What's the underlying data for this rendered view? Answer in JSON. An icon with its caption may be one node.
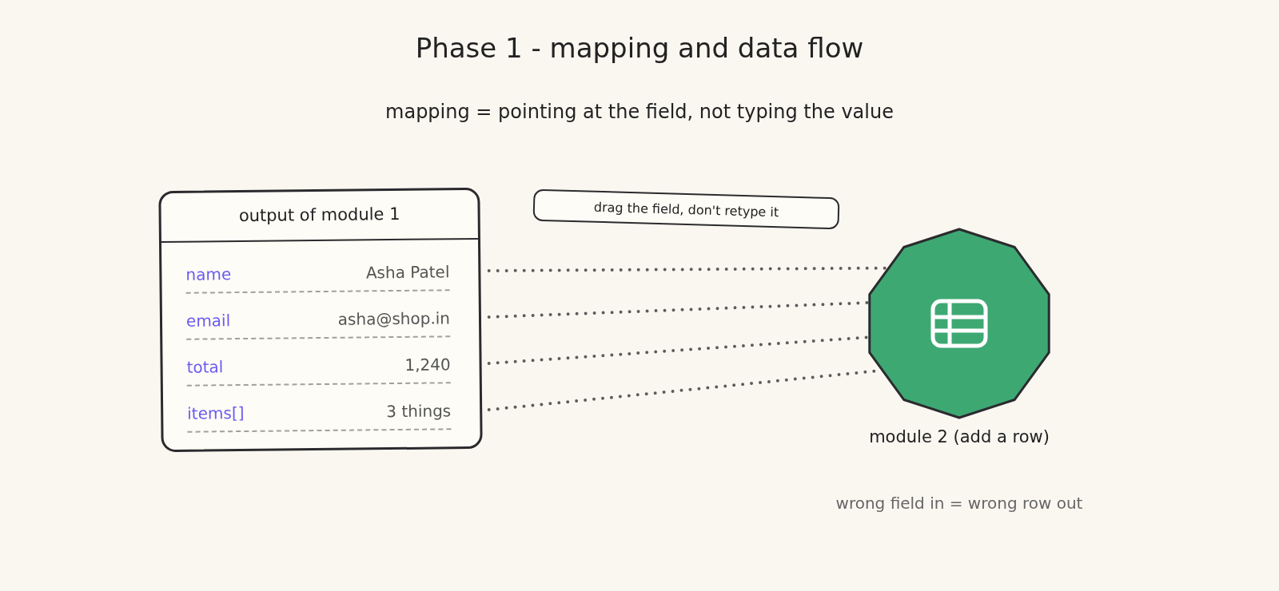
{
  "diagram": {
    "title": "Phase 1 - mapping and data flow",
    "nodes": [
      {
        "text": [
          "output of module 1"
        ]
      },
      {
        "text": [
          "name",
          "Asha Patel"
        ],
        "in": 0
      },
      {
        "text": [
          "email",
          "asha@shop.in"
        ],
        "in": 0
      },
      {
        "text": [
          "total",
          "1,240"
        ],
        "in": 0
      },
      {
        "text": [
          "items[]",
          "3 things"
        ],
        "in": 0
      },
      {
        "text": [
          "drag the field, don't retype it"
        ]
      },
      {
        "text": [],
        "shape": "decagon",
        "beside": [
          "module 2 (add a row)"
        ]
      }
    ],
    "edges": [
      {
        "from": 1,
        "to": 6,
        "arrow": "none",
        "style": "dashed"
      },
      {
        "from": 2,
        "to": 6,
        "arrow": "none",
        "style": "dashed"
      },
      {
        "from": 3,
        "to": 6,
        "arrow": "none",
        "style": "dashed"
      },
      {
        "from": 4,
        "to": 6,
        "arrow": "none",
        "style": "dashed"
      }
    ],
    "labels": [
      "mapping = pointing at the field, not typing the value",
      "wrong field in = wrong row out"
    ]
  }
}
